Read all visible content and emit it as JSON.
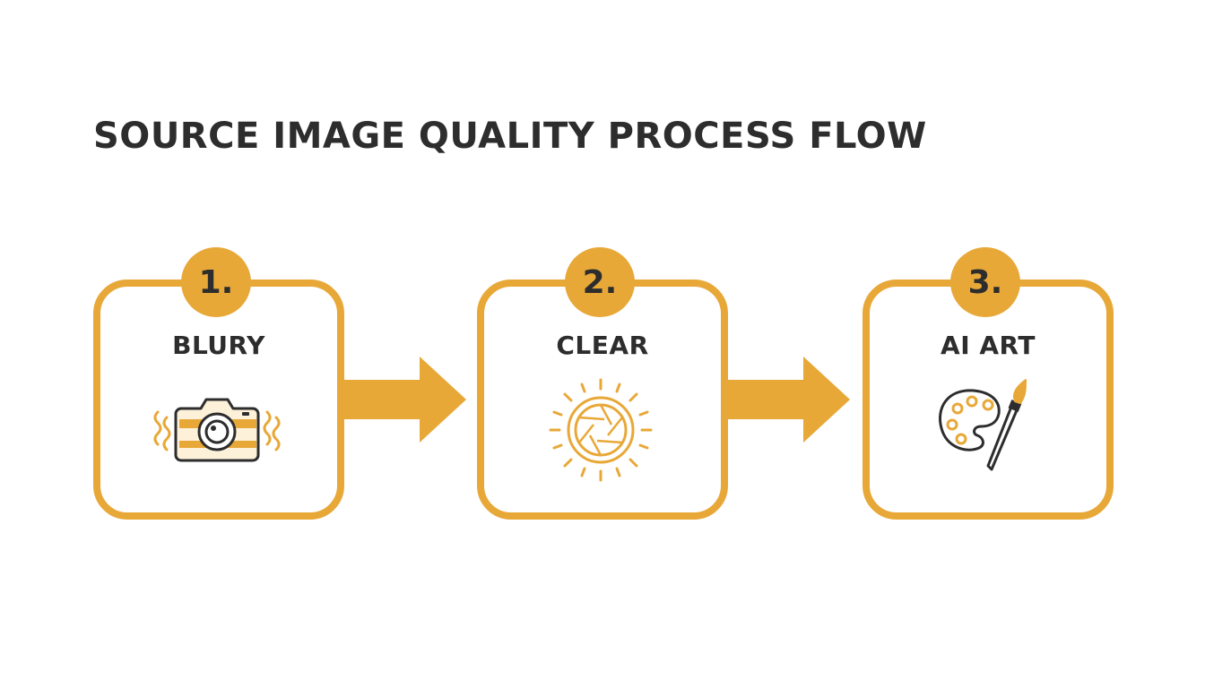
{
  "title": "SOURCE IMAGE QUALITY PROCESS FLOW",
  "colors": {
    "accent": "#e8a838",
    "text": "#2d2d2d",
    "background": "#ffffff"
  },
  "steps": [
    {
      "number": "1.",
      "label": "BLURY",
      "icon": "shaky-camera-icon"
    },
    {
      "number": "2.",
      "label": "CLEAR",
      "icon": "sun-aperture-icon"
    },
    {
      "number": "3.",
      "label": "AI ART",
      "icon": "palette-brush-icon"
    }
  ]
}
